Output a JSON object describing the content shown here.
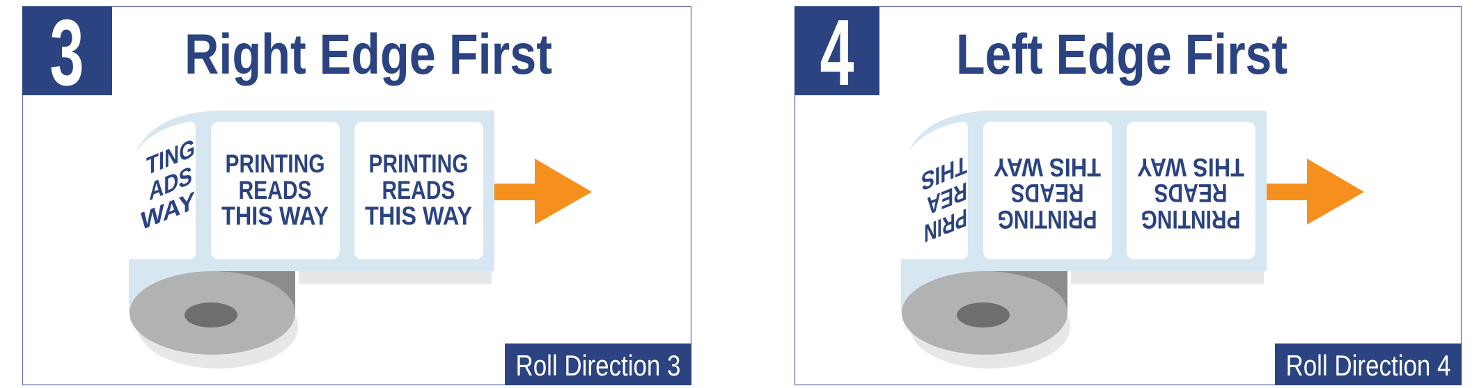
{
  "colors": {
    "navy": "#2b4380",
    "label_backing": "#d6e7f1",
    "arrow": "#f5901e",
    "roll": "#b1b3b3",
    "roll_dark": "#8b8c8e",
    "hole": "#6d6e70",
    "shadow": "#e6e7e8"
  },
  "panels": [
    {
      "number": "3",
      "title": "Right Edge First",
      "labels": [
        [
          "PRINTING",
          "READS",
          "THIS WAY"
        ],
        [
          "PRINTING",
          "READS",
          "THIS WAY"
        ]
      ],
      "curl_text": [
        "TING",
        "ADS",
        "WAY"
      ],
      "badge": "Roll Direction 3",
      "arrow_icon": "arrow-right-icon"
    },
    {
      "number": "4",
      "title": "Left Edge First",
      "labels": [
        [
          "PRINTING",
          "READS",
          "THIS WAY"
        ],
        [
          "PRINTING",
          "READS",
          "THIS WAY"
        ]
      ],
      "curl_text": [
        "PRIN",
        "REA",
        "THIS"
      ],
      "badge": "Roll Direction 4",
      "arrow_icon": "arrow-right-icon"
    }
  ]
}
